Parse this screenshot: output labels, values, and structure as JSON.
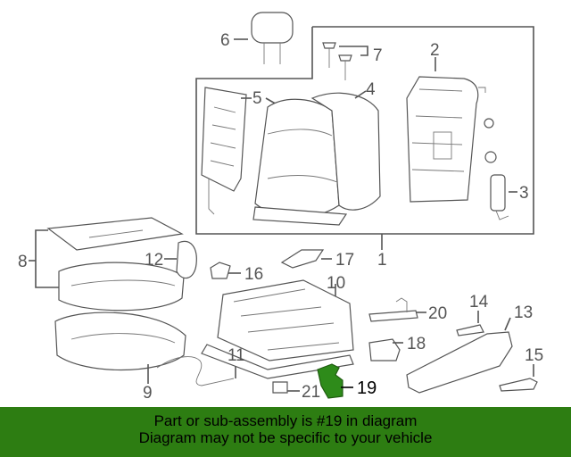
{
  "diagram": {
    "highlight_color": "#2e8b1a",
    "callouts": [
      "1",
      "2",
      "3",
      "4",
      "5",
      "6",
      "7",
      "8",
      "9",
      "10",
      "11",
      "12",
      "13",
      "14",
      "15",
      "16",
      "17",
      "18",
      "19",
      "20",
      "21"
    ],
    "highlighted_callout": "19"
  },
  "footer": {
    "background": "#2d7d12",
    "line1": "Part or sub-assembly is #19 in diagram",
    "line2": "Diagram may not be specific to your vehicle"
  }
}
